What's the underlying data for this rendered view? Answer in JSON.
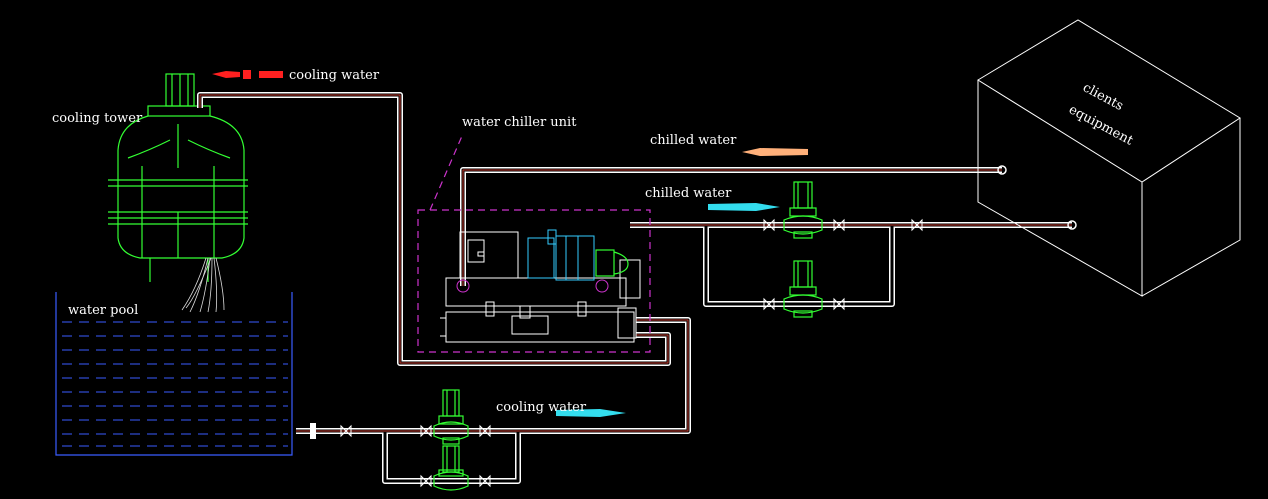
{
  "labels": {
    "cooling_water_top": "cooling water",
    "cooling_tower": "cooling tower",
    "water_chiller_unit": "water chiller unit",
    "chilled_water_return": "chilled water",
    "chilled_water_supply": "chilled water",
    "water_pool": "water pool",
    "cooling_water_bottom": "cooling water",
    "clients_line1": "clients",
    "clients_line2": "equipment"
  },
  "colors": {
    "background": "#000000",
    "pipe_outline": "#ffffff",
    "pipe_core": "#c0392b",
    "equipment_green": "#33ff33",
    "pool_blue": "#3a5cff",
    "chiller_dash": "#cc33cc",
    "arrow_red": "#ff2020",
    "arrow_orange": "#ffb07a",
    "arrow_cyan": "#33ddee"
  }
}
